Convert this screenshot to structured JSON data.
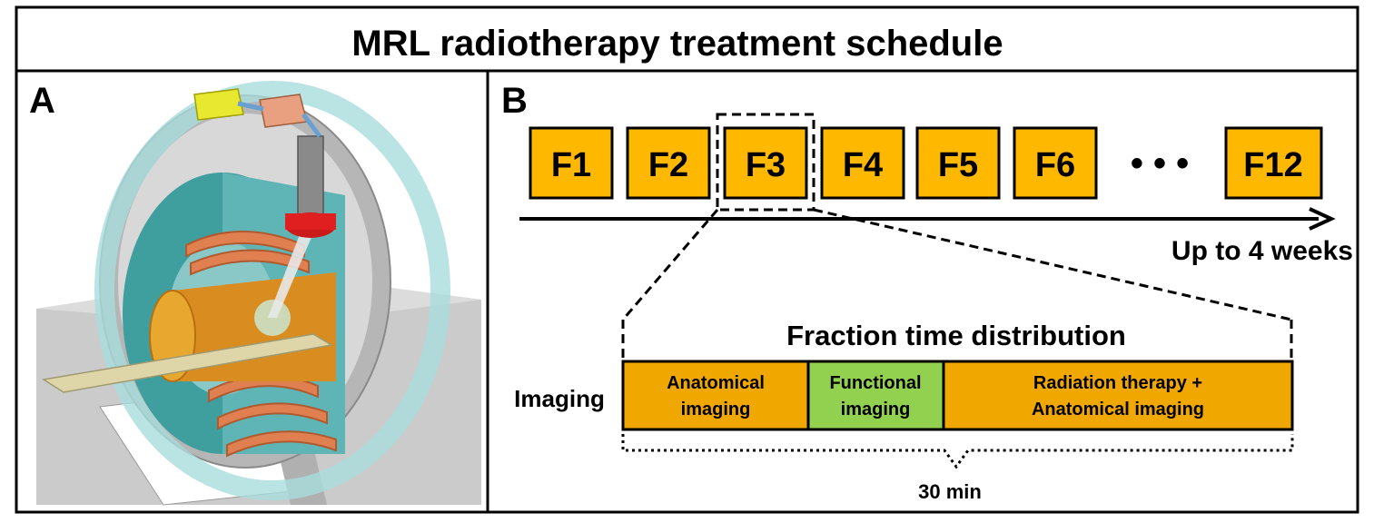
{
  "title": "MRL radiotherapy treatment schedule",
  "panel_a": {
    "label": "A"
  },
  "panel_b": {
    "label": "B",
    "fractions": [
      "F1",
      "F2",
      "F3",
      "F4",
      "F5",
      "F6",
      "F12"
    ],
    "ellipsis": "• • •",
    "timeline_label": "Up to 4 weeks",
    "distribution_title": "Fraction time distribution",
    "row_label": "Imaging",
    "segments": [
      {
        "line1": "Anatomical",
        "line2": "imaging",
        "color": "#f0a800"
      },
      {
        "line1": "Functional",
        "line2": "imaging",
        "color": "#92d050"
      },
      {
        "line1": "Radiation therapy +",
        "line2": "Anatomical imaging",
        "color": "#f0a800"
      }
    ],
    "duration_label": "30 min"
  },
  "colors": {
    "fraction_box": "#ffb800",
    "border": "#000000"
  }
}
